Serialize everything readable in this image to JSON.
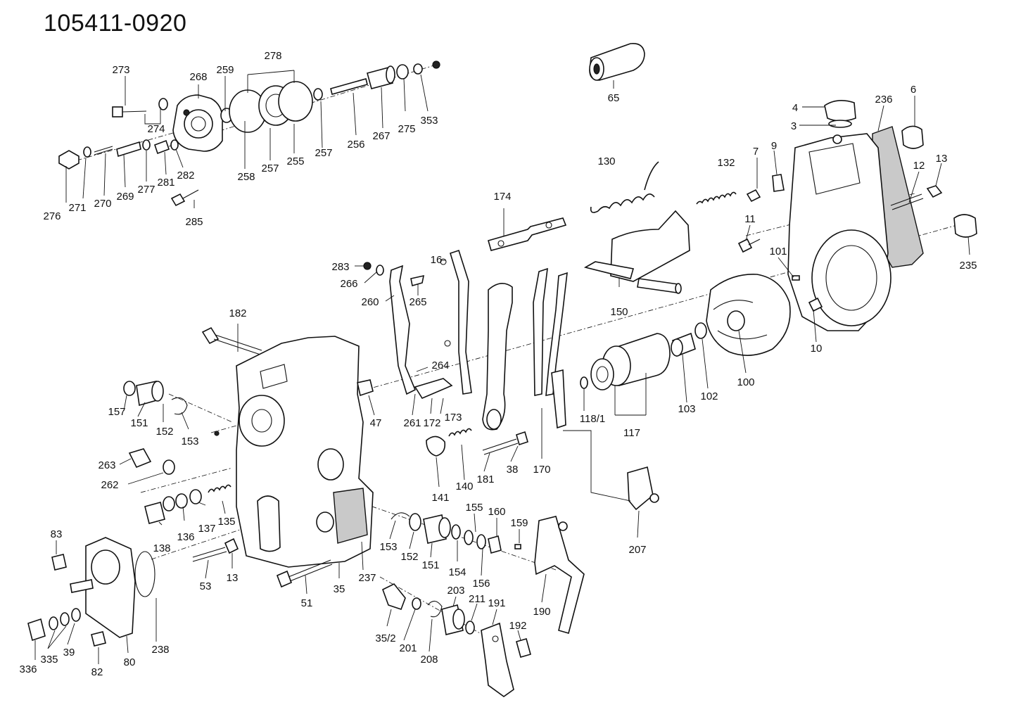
{
  "title": "105411-0920",
  "labels": {
    "l273": "273",
    "l268": "268",
    "l259": "259",
    "l278": "278",
    "l274": "274",
    "l276": "276",
    "l271": "271",
    "l270": "270",
    "l269": "269",
    "l277": "277",
    "l281": "281",
    "l282": "282",
    "l285": "285",
    "l258": "258",
    "l257a": "257",
    "l255": "255",
    "l257b": "257",
    "l256": "256",
    "l267": "267",
    "l275": "275",
    "l353": "353",
    "l65": "65",
    "l4": "4",
    "l3": "3",
    "l236": "236",
    "l6": "6",
    "l7": "7",
    "l9": "9",
    "l12": "12",
    "l13a": "13",
    "l130": "130",
    "l132": "132",
    "l11": "11",
    "l235": "235",
    "l101": "101",
    "l150": "150",
    "l10": "10",
    "l100": "100",
    "l102": "102",
    "l103": "103",
    "l117": "117",
    "l1181": "118/1",
    "l174": "174",
    "l16": "16",
    "l283": "283",
    "l266": "266",
    "l265": "265",
    "l260": "260",
    "l182": "182",
    "l264": "264",
    "l261": "261",
    "l172": "172",
    "l173": "173",
    "l157": "157",
    "l151a": "151",
    "l152a": "152",
    "l153a": "153",
    "l47": "47",
    "l263": "263",
    "l262": "262",
    "l135": "135",
    "l137": "137",
    "l136": "136",
    "l138": "138",
    "l141": "141",
    "l140": "140",
    "l181": "181",
    "l38": "38",
    "l170": "170",
    "l207": "207",
    "l155": "155",
    "l160": "160",
    "l159": "159",
    "l153b": "153",
    "l152b": "152",
    "l151b": "151",
    "l154": "154",
    "l156": "156",
    "l190": "190",
    "l83": "83",
    "l53": "53",
    "l13b": "13",
    "l51": "51",
    "l35": "35",
    "l237": "237",
    "l238": "238",
    "l336": "336",
    "l335": "335",
    "l39": "39",
    "l82": "82",
    "l80": "80",
    "l352": "35/2",
    "l201": "201",
    "l208": "208",
    "l203": "203",
    "l211": "211",
    "l191": "191",
    "l192": "192"
  }
}
